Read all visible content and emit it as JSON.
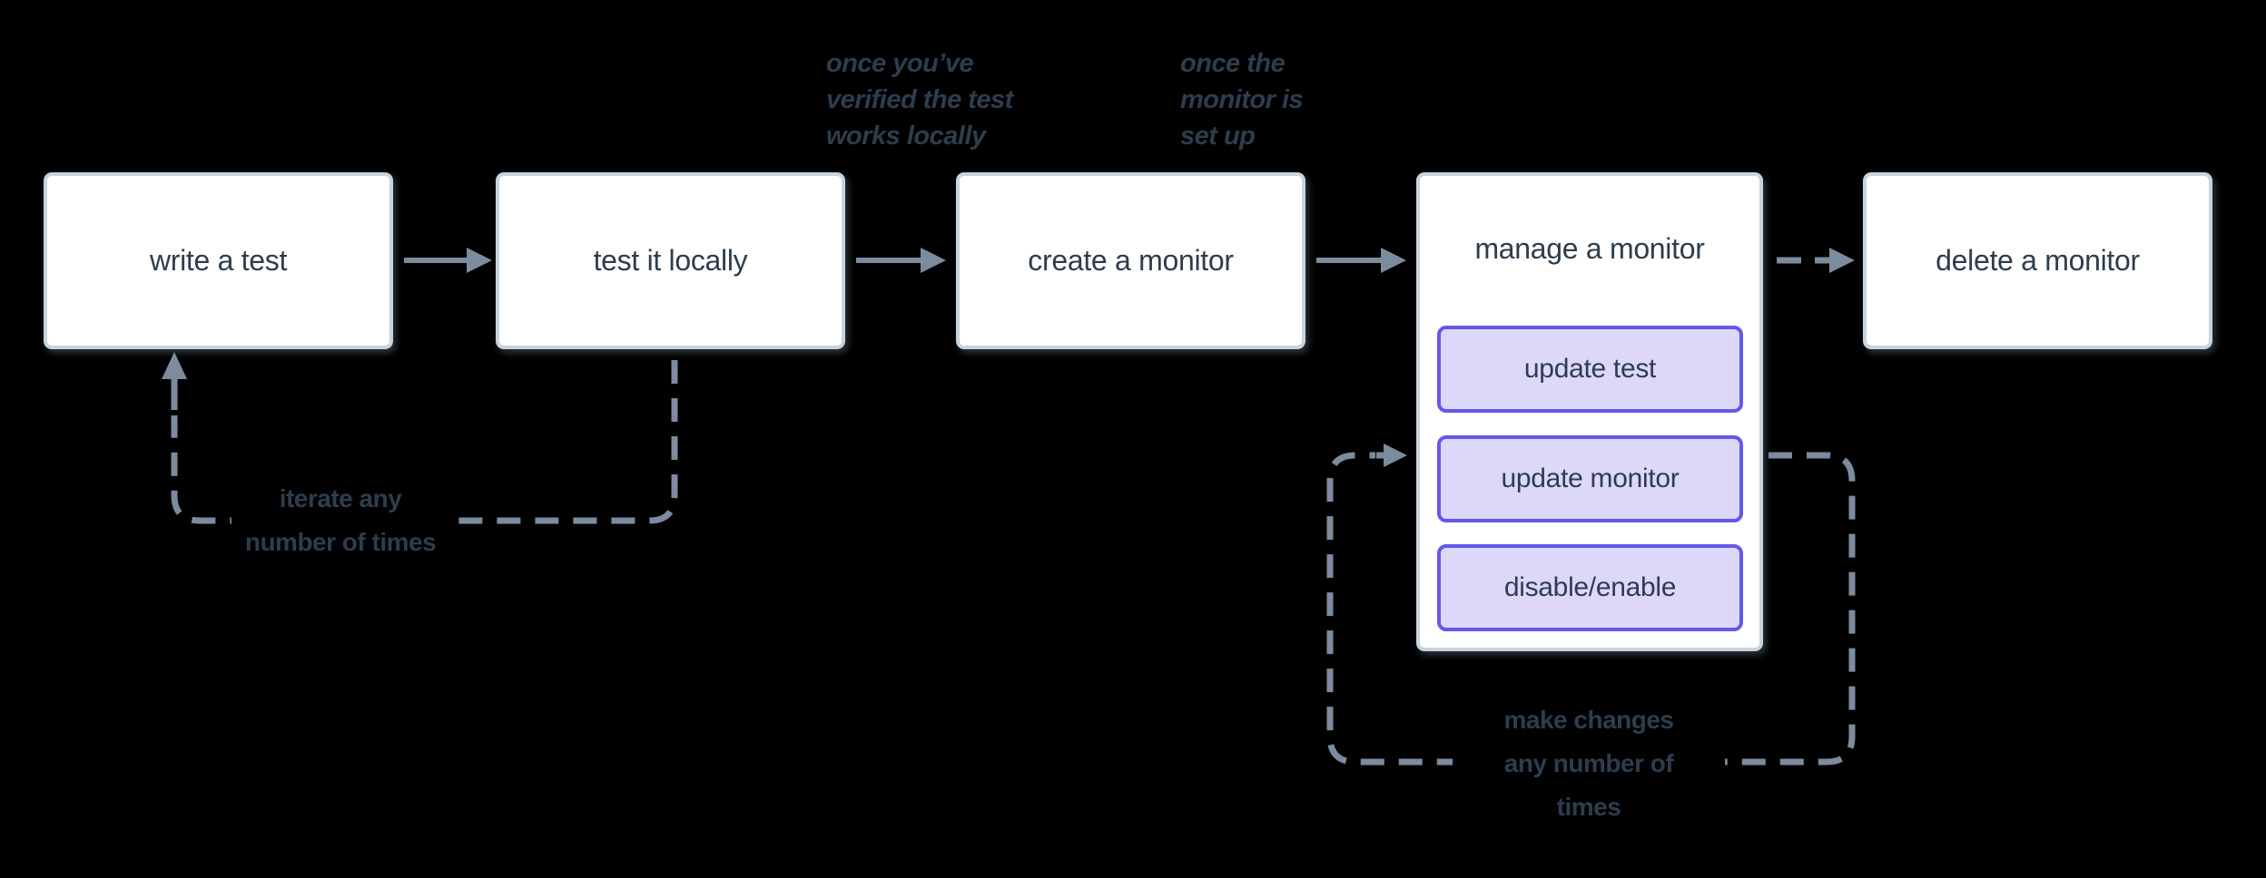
{
  "diagram": {
    "background": "#000000",
    "colors": {
      "node_fill": "#ffffff",
      "node_border": "#c7d4de",
      "node_text": "#2e3d4d",
      "arrow": "#7c8b9d",
      "action_button_fill": "#ddd8fa",
      "action_button_border": "#6557ee",
      "label_text": "#2e3d4d"
    },
    "nodes": [
      {
        "label": "write a test"
      },
      {
        "label": "test it locally"
      },
      {
        "label": "create a monitor"
      },
      {
        "label": "manage a monitor",
        "actions": [
          "update test",
          "update monitor",
          "disable/enable"
        ]
      },
      {
        "label": "delete a monitor"
      }
    ],
    "annotations": [
      {
        "lines": [
          "once you’ve",
          "verified the test",
          "works locally"
        ]
      },
      {
        "lines": [
          "once the",
          "monitor is",
          "set up"
        ]
      }
    ],
    "loop_labels": [
      {
        "lines": [
          "iterate any",
          "number of times"
        ]
      },
      {
        "lines": [
          "make changes",
          "any number of",
          "times"
        ]
      }
    ]
  }
}
